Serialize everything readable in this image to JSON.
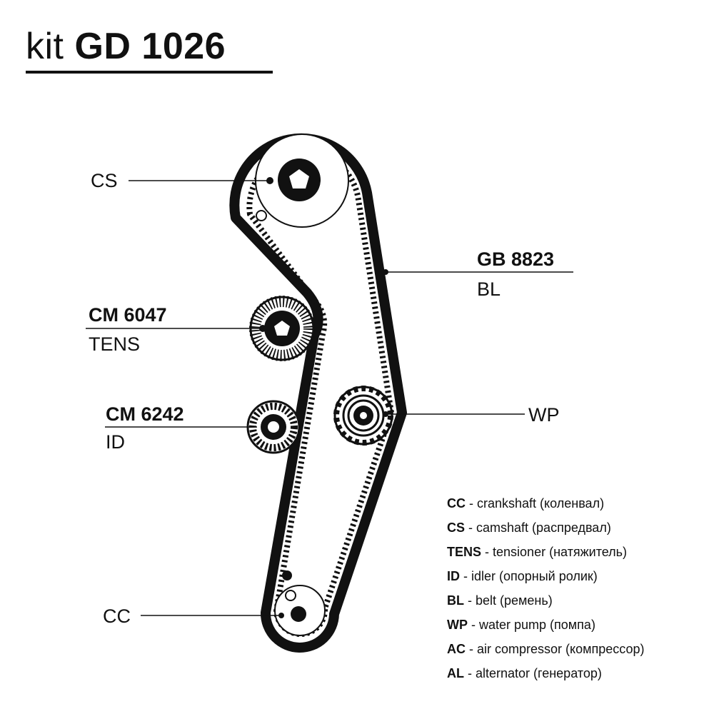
{
  "title": {
    "prefix": "kit",
    "code": "GD 1026"
  },
  "components": {
    "camshaft": {
      "label": "CS"
    },
    "belt": {
      "part": "GB 8823",
      "label": "BL"
    },
    "tensioner": {
      "part": "CM 6047",
      "label": "TENS"
    },
    "idler": {
      "part": "CM 6242",
      "label": "ID"
    },
    "water_pump": {
      "label": "WP"
    },
    "crankshaft": {
      "label": "CC"
    }
  },
  "legend": [
    {
      "code": "CC",
      "text": "- crankshaft (коленвал)"
    },
    {
      "code": "CS",
      "text": "- camshaft (распредвал)"
    },
    {
      "code": "TENS",
      "text": "- tensioner (натяжитель)"
    },
    {
      "code": "ID",
      "text": "- idler (опорный ролик)"
    },
    {
      "code": "BL",
      "text": "- belt (ремень)"
    },
    {
      "code": "WP",
      "text": "- water pump (помпа)"
    },
    {
      "code": "AC",
      "text": "- air compressor (компрессор)"
    },
    {
      "code": "AL",
      "text": "- alternator (генератор)"
    }
  ],
  "colors": {
    "ink": "#111111",
    "background": "#ffffff"
  }
}
